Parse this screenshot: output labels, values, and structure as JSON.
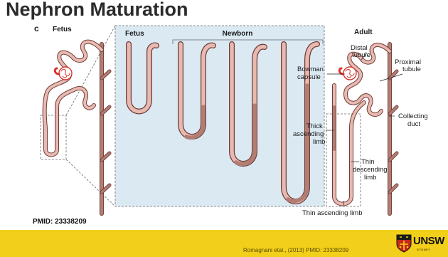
{
  "slide": {
    "title": "Nephron Maturation",
    "pmid_label": "PMID: 23338209",
    "citation": "Romagnani etal., (2013) PMID: 23338209"
  },
  "figure": {
    "panel_letter": "c",
    "left_label": "Fetus",
    "zoom_labels": {
      "fetus": "Fetus",
      "newborn": "Newborn"
    },
    "adult_label": "Adult",
    "annotations": {
      "distal_tubule_1": "Distal",
      "distal_tubule_2": "tubule",
      "proximal_tubule_1": "Proximal",
      "proximal_tubule_2": "tubule",
      "bowman_capsule_1": "Bowman",
      "bowman_capsule_2": "capsule",
      "collecting_duct_1": "Collecting",
      "collecting_duct_2": "duct",
      "thick_ascending_1": "Thick",
      "thick_ascending_2": "ascending",
      "thick_ascending_3": "limb",
      "thin_descending_1": "Thin",
      "thin_descending_2": "descending",
      "thin_descending_3": "limb",
      "thin_ascending": "Thin ascending limb"
    }
  },
  "logo": {
    "text": "UNSW",
    "sub": "SYDNEY"
  },
  "colors": {
    "tubule_fill": "#e8b9b0",
    "tubule_dark": "#b27d73",
    "tubule_outline": "#6e3c38",
    "zoom_bg": "#dbe9f3",
    "glomerulus": "#d8352b",
    "footer_yellow": "#f2cf1a"
  }
}
